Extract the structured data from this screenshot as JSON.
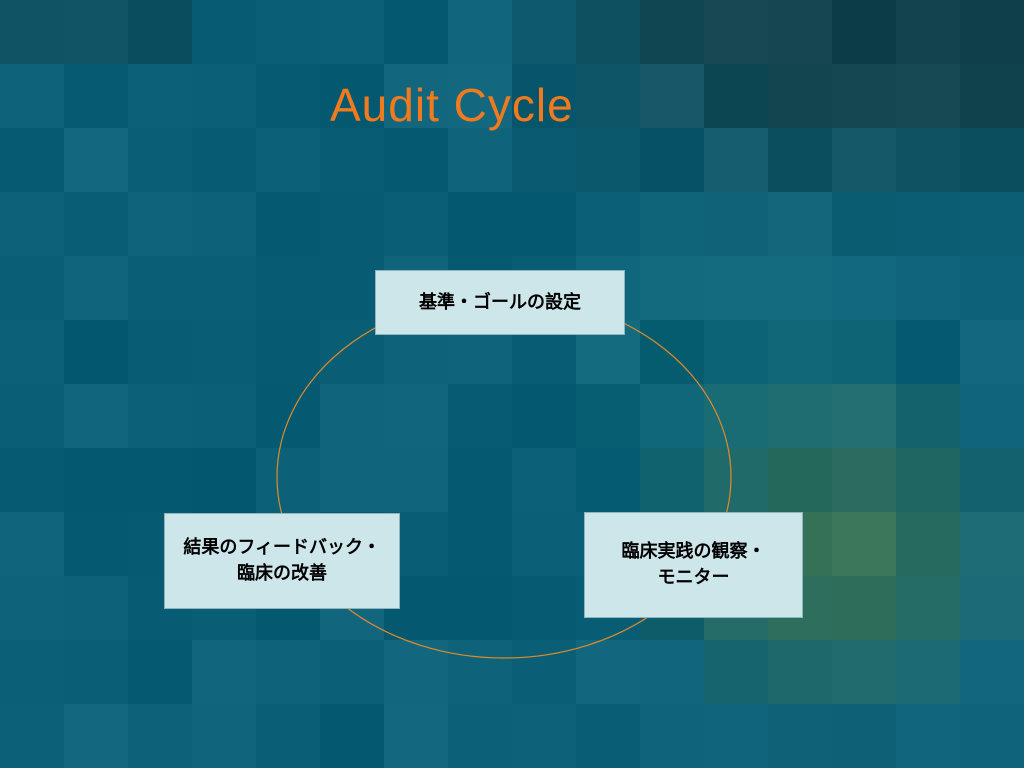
{
  "title": "Audit Cycle",
  "colors": {
    "title": "#f07a1e",
    "cycle_line": "#e08a2c",
    "box_fill": "#cde6ea",
    "background": "#0b5c72"
  },
  "boxes": {
    "top": {
      "lines": [
        "基準・ゴールの設定"
      ]
    },
    "right": {
      "lines": [
        "臨床実践の観察・",
        "モニター"
      ]
    },
    "left": {
      "lines": [
        "結果のフィードバック・",
        "臨床の改善"
      ]
    }
  }
}
